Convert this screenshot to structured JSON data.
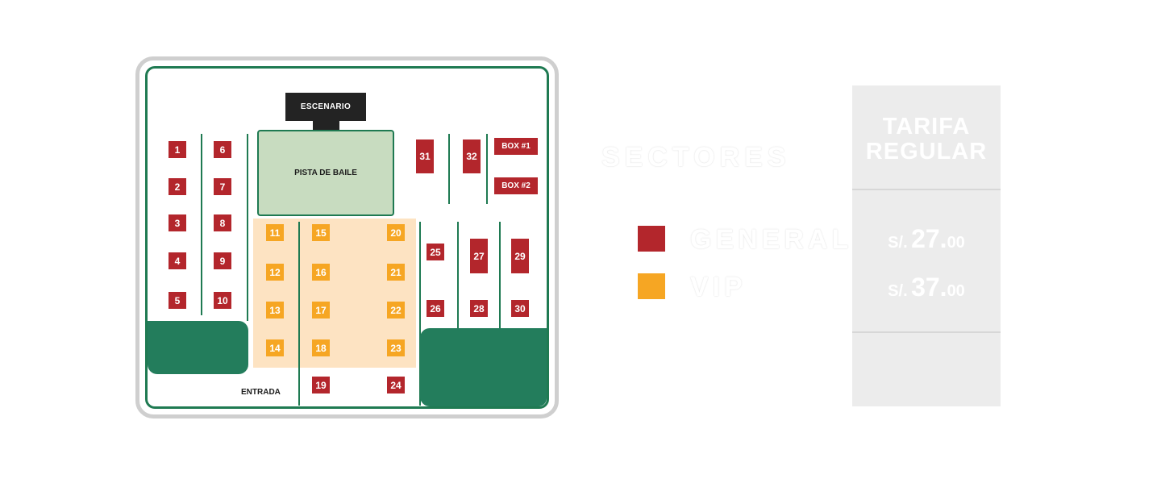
{
  "map": {
    "stage_label": "ESCENARIO",
    "dance_floor_label": "PISTA DE BAILE",
    "entrance_label": "ENTRADA"
  },
  "seats": {
    "s1": "1",
    "s2": "2",
    "s3": "3",
    "s4": "4",
    "s5": "5",
    "s6": "6",
    "s7": "7",
    "s8": "8",
    "s9": "9",
    "s10": "10",
    "s11": "11",
    "s12": "12",
    "s13": "13",
    "s14": "14",
    "s15": "15",
    "s16": "16",
    "s17": "17",
    "s18": "18",
    "s19": "19",
    "s20": "20",
    "s21": "21",
    "s22": "22",
    "s23": "23",
    "s24": "24",
    "s25": "25",
    "s26": "26",
    "s27": "27",
    "s28": "28",
    "s29": "29",
    "s30": "30",
    "s31": "31",
    "s32": "32",
    "box1": "BOX #1",
    "box2": "BOX #2"
  },
  "legend": {
    "title": "SECTORES",
    "items": [
      {
        "label": "GENERAL",
        "color": "#b3262c"
      },
      {
        "label": "VIP",
        "color": "#f6a623"
      }
    ]
  },
  "pricing": {
    "header_line1": "TARIFA",
    "header_line2": "REGULAR",
    "rows": [
      {
        "currency": "S/.",
        "amount": "27.",
        "cents": "00"
      },
      {
        "currency": "S/.",
        "amount": "37.",
        "cents": "00"
      }
    ]
  },
  "colors": {
    "general": "#b3262c",
    "vip": "#f6a623",
    "green": "#237d5c",
    "stage": "#232323",
    "dance_floor": "#c8dcc0",
    "vip_zone": "#fde3c2",
    "panel": "#ececec"
  }
}
